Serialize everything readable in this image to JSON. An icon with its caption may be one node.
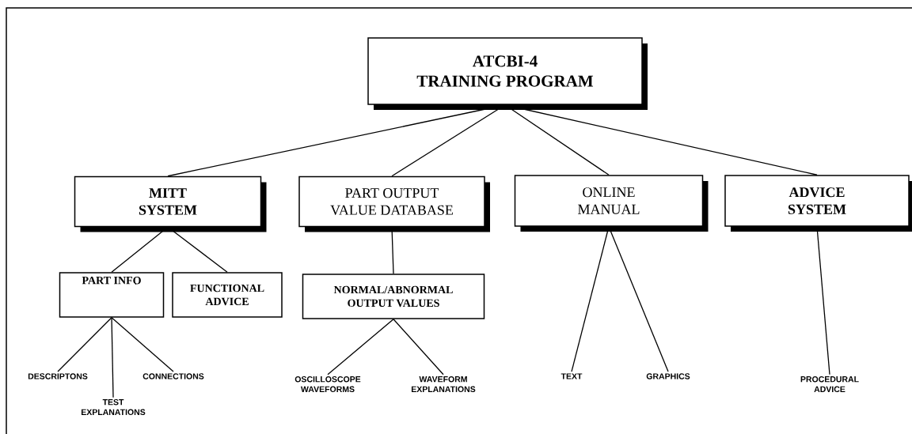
{
  "diagram": {
    "nodes": [
      {
        "text": [
          "ATCBI-4 TRAINING PROGRAM"
        ]
      },
      {
        "text": [
          "MITT SYSTEM"
        ]
      },
      {
        "text": [
          "PART OUTPUT VALUE DATABASE"
        ]
      },
      {
        "text": [
          "ONLINE MANUAL"
        ]
      },
      {
        "text": [
          "ADVICE SYSTEM"
        ]
      },
      {
        "text": [
          "PART INFO"
        ]
      },
      {
        "text": [
          "FUNCTIONAL ADVICE"
        ]
      },
      {
        "text": [
          "NORMAL/ABNORMAL OUTPUT VALUES"
        ]
      },
      {
        "text": [
          "DESCRIPTONS"
        ]
      },
      {
        "text": [
          "TEST EXPLANATIONS"
        ]
      },
      {
        "text": [
          "CONNECTIONS"
        ]
      },
      {
        "text": [
          "OSCILLOSCOPE WAVEFORMS"
        ]
      },
      {
        "text": [
          "WAVEFORM EXPLANATIONS"
        ]
      },
      {
        "text": [
          "TEXT"
        ]
      },
      {
        "text": [
          "GRAPHICS"
        ]
      },
      {
        "text": [
          "PROCEDURAL ADVICE"
        ]
      }
    ],
    "edges": [
      {
        "from": 0,
        "to": 1,
        "arrow": "none"
      },
      {
        "from": 0,
        "to": 2,
        "arrow": "none"
      },
      {
        "from": 0,
        "to": 3,
        "arrow": "none"
      },
      {
        "from": 0,
        "to": 4,
        "arrow": "none"
      },
      {
        "from": 1,
        "to": 5,
        "arrow": "none"
      },
      {
        "from": 1,
        "to": 6,
        "arrow": "none"
      },
      {
        "from": 2,
        "to": 7,
        "arrow": "none"
      },
      {
        "from": 5,
        "to": 8,
        "arrow": "none"
      },
      {
        "from": 5,
        "to": 9,
        "arrow": "none"
      },
      {
        "from": 5,
        "to": 10,
        "arrow": "none"
      },
      {
        "from": 7,
        "to": 11,
        "arrow": "none"
      },
      {
        "from": 7,
        "to": 12,
        "arrow": "none"
      },
      {
        "from": 3,
        "to": 13,
        "arrow": "none"
      },
      {
        "from": 3,
        "to": 14,
        "arrow": "none"
      },
      {
        "from": 4,
        "to": 15,
        "arrow": "none"
      }
    ]
  }
}
